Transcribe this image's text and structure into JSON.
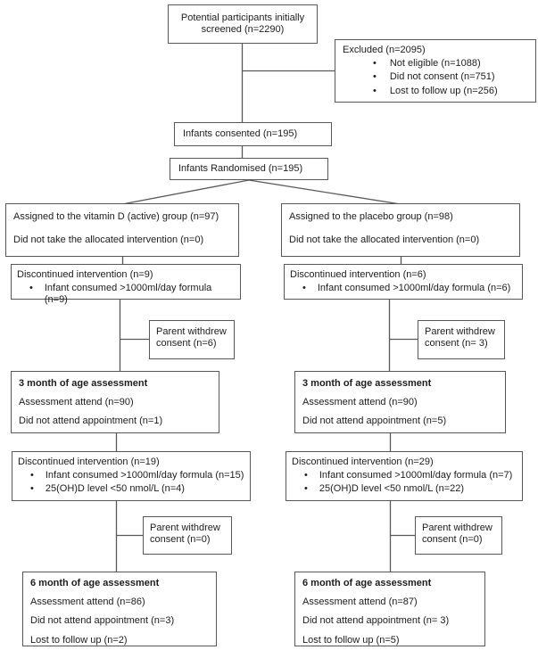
{
  "colors": {
    "border": "#58585a",
    "text": "#1c1c1c",
    "background": "#ffffff"
  },
  "glyphs": {
    "bullet": "•"
  },
  "boxes": {
    "screened": {
      "text": "Potential participants initially screened (n=2290)"
    },
    "excluded": {
      "title": "Excluded (n=2095)",
      "bullets": [
        "Not eligible (n=1088)",
        "Did not consent (n=751)",
        "Lost to follow up (n=256)"
      ]
    },
    "consented": {
      "text": "Infants consented (n=195)"
    },
    "randomised": {
      "text": "Infants Randomised (n=195)"
    },
    "assigned_left": {
      "line1": "Assigned to the vitamin D (active) group (n=97)",
      "line2": "Did not take the allocated intervention (n=0)"
    },
    "assigned_right": {
      "line1": "Assigned to the placebo group (n=98)",
      "line2": "Did not take the allocated intervention (n=0)"
    },
    "discontinued1_left": {
      "title": "Discontinued intervention (n=9)",
      "bullets": [
        "Infant consumed >1000ml/day formula (n=9)"
      ]
    },
    "discontinued1_right": {
      "title": "Discontinued intervention (n=6)",
      "bullets": [
        "Infant consumed >1000ml/day formula (n=6)"
      ]
    },
    "withdrew1_left": {
      "text": "Parent withdrew consent (n=6)"
    },
    "withdrew1_right": {
      "text": "Parent withdrew consent (n= 3)"
    },
    "month3_left": {
      "title": "3 month of age assessment",
      "lines": [
        "Assessment attend (n=90)",
        "Did not attend appointment (n=1)"
      ]
    },
    "month3_right": {
      "title": "3 month of age assessment",
      "lines": [
        "Assessment attend (n=90)",
        "Did not attend appointment (n=5)"
      ]
    },
    "discontinued2_left": {
      "title": "Discontinued intervention (n=19)",
      "bullets": [
        "Infant consumed >1000ml/day formula (n=15)",
        "25(OH)D level <50 nmol/L (n=4)"
      ]
    },
    "discontinued2_right": {
      "title": "Discontinued intervention (n=29)",
      "bullets": [
        "Infant consumed >1000ml/day formula (n=7)",
        "25(OH)D level <50 nmol/L (n=22)"
      ]
    },
    "withdrew2_left": {
      "text": "Parent withdrew consent (n=0)"
    },
    "withdrew2_right": {
      "text": "Parent withdrew consent (n=0)"
    },
    "month6_left": {
      "title": "6 month of age assessment",
      "lines": [
        "Assessment attend (n=86)",
        "Did not attend appointment (n=3)",
        "Lost to follow up (n=2)"
      ]
    },
    "month6_right": {
      "title": "6 month of age assessment",
      "lines": [
        "Assessment attend (n=87)",
        "Did not attend appointment (n= 3)",
        "Lost to follow up (n=5)"
      ]
    }
  }
}
